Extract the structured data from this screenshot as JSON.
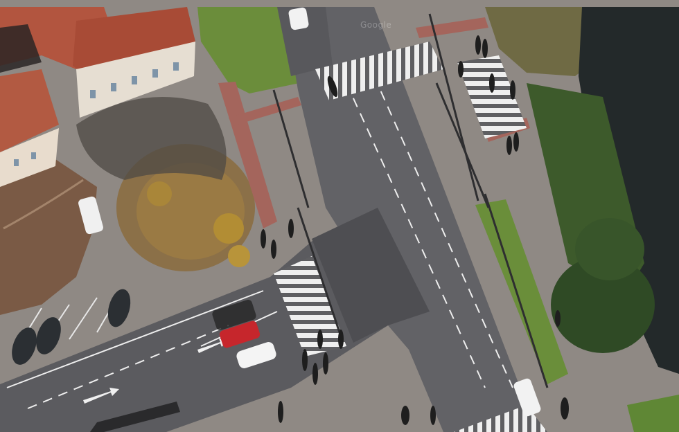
{
  "map": {
    "view": "satellite-aerial",
    "subject": "urban-intersection",
    "watermark_text": "Google",
    "colors": {
      "asphalt": "#5e5e60",
      "asphalt_light": "#6d6d70",
      "intersection_patch": "#4f4f52",
      "sidewalk": "#9a938e",
      "red_path": "#a4655c",
      "grass": "#6e8f3a",
      "tree_canopy": "#3c5a28",
      "shadow": "#26282a",
      "roof": "#b2553f",
      "building_wall": "#e4dcd0",
      "dirt": "#7a5a45",
      "marking_white": "#f2f2f2",
      "car_red": "#c6262c",
      "car_white": "#f4f4f4"
    }
  }
}
